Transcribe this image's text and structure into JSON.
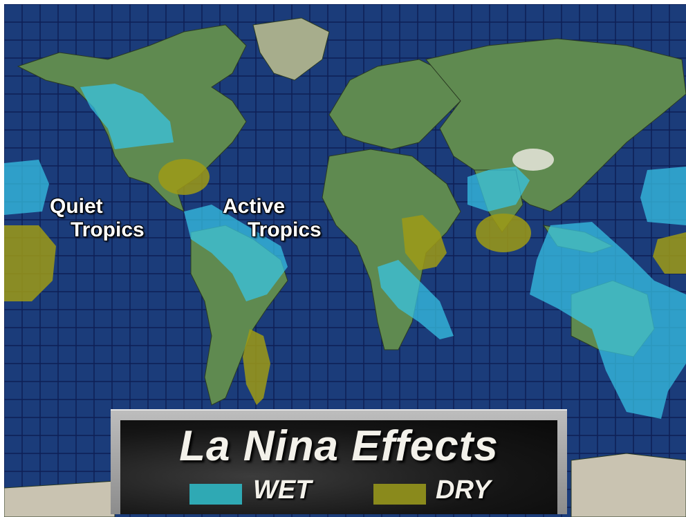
{
  "map": {
    "labels": {
      "quiet": [
        "Quiet",
        "Tropics"
      ],
      "active": [
        "Active",
        "Tropics"
      ]
    }
  },
  "legend": {
    "title": "La Nina Effects",
    "items": [
      {
        "label": "WET",
        "color": "#2fa9b4"
      },
      {
        "label": "DRY",
        "color": "#8a8a1c"
      }
    ]
  },
  "colors": {
    "ocean": "#1a3a78",
    "grid": "#0e1f55",
    "land": "#5f8a50",
    "wet": "#38c6e8",
    "dry": "#9d9a16",
    "text": "#ffffff"
  }
}
